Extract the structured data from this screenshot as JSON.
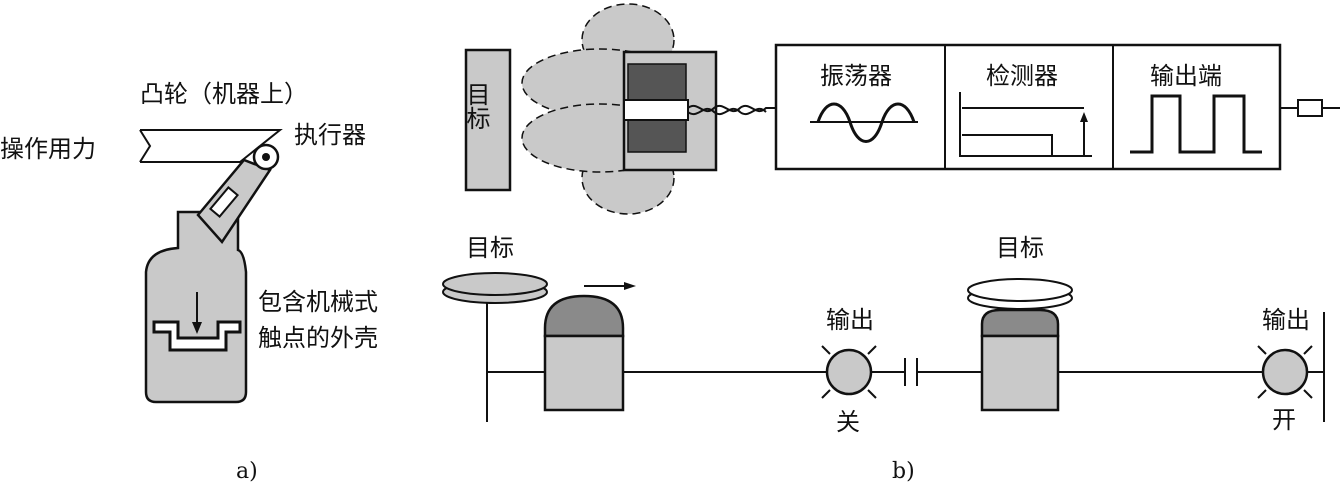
{
  "panel_a": {
    "cam_label": "凸轮（机器上）",
    "force_label": "操作用力",
    "actuator_label": "执行器",
    "housing_label_line1": "包含机械式",
    "housing_label_line2": "触点的外壳",
    "caption": "a)"
  },
  "panel_b": {
    "target_box_label": "目标",
    "block_oscillator": "振荡器",
    "block_detector": "检测器",
    "block_output": "输出端",
    "target_left_label": "目标",
    "target_right_label": "目标",
    "output_left_label": "输出",
    "output_left_state": "关",
    "output_right_label": "输出",
    "output_right_state": "开",
    "caption": "b)"
  },
  "colors": {
    "fill_gray": "#c9c9c9",
    "dark_gray": "#8a8a8a",
    "stroke": "#111111"
  }
}
